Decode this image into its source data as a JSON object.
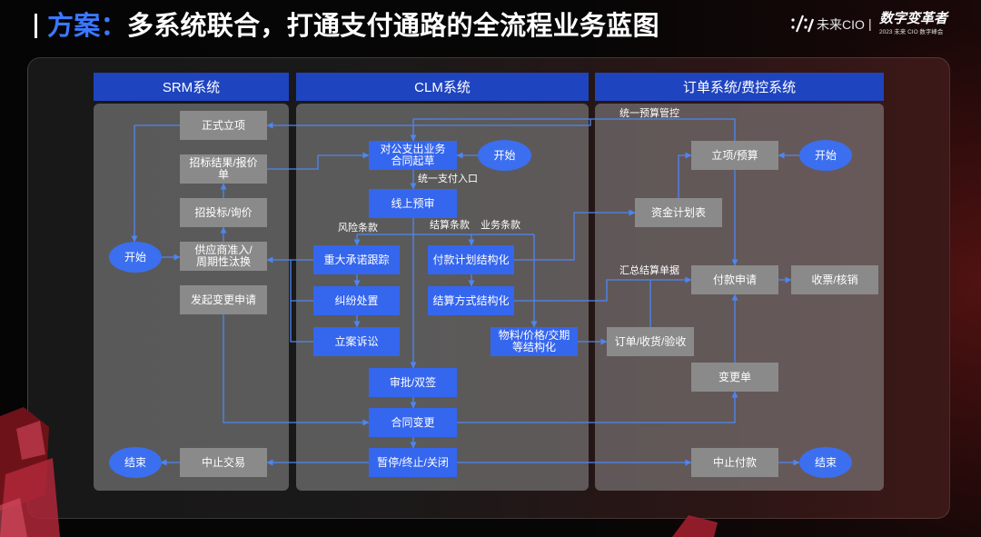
{
  "title": {
    "prefix": "方案：",
    "main": "多系统联合，打通支付通路的全流程业务蓝图"
  },
  "logo": {
    "icon": "brand-mark-icon",
    "brand": "未来CIO",
    "separator": "|",
    "slogan": "数字变革者",
    "event": "2023 未来 CIO 数字峰会"
  },
  "columns": {
    "srm": "SRM系统",
    "clm": "CLM系统",
    "order": "订单系统/费控系统"
  },
  "srm": {
    "formal_project": "正式立项",
    "bid_result": "招标结果/报价\n单",
    "bidding": "招投标/询价",
    "supplier_access": "供应商准入/\n周期性汰换",
    "change_request": "发起变更申请",
    "start": "开始",
    "end": "结束",
    "abort_trade": "中止交易"
  },
  "clm": {
    "draft": "对公支出业务\n合同起草",
    "start": "开始",
    "pre_review": "线上预审",
    "commitment": "重大承诺跟踪",
    "payment_plan": "付款计划结构化",
    "dispute": "纠纷处置",
    "settlement": "结算方式结构化",
    "litigation": "立案诉讼",
    "material": "物料/价格/交期\n等结构化",
    "approval": "审批/双签",
    "contract_change": "合同变更",
    "suspend": "暂停/终止/关闭"
  },
  "order": {
    "project_budget": "立项/预算",
    "start": "开始",
    "fund_plan": "资金计划表",
    "payment_request": "付款申请",
    "invoice": "收票/核销",
    "order_receipt": "订单/收货/验收",
    "change_order": "变更单",
    "abort_payment": "中止付款",
    "end": "结束"
  },
  "edge_labels": {
    "budget_control": "统一预算管控",
    "payment_entry": "统一支付入口",
    "risk_clause": "风险条款",
    "settlement_clause": "结算条款",
    "business_clause": "业务条款",
    "settlement_docs": "汇总结算单据"
  },
  "colors": {
    "accent_blue": "#3b78ff",
    "header_blue": "#1f44bf",
    "node_blue": "#3566ee",
    "node_gray": "#8a8a8a",
    "terminal_blue": "#3b6fef",
    "connector": "#4d86f3"
  }
}
